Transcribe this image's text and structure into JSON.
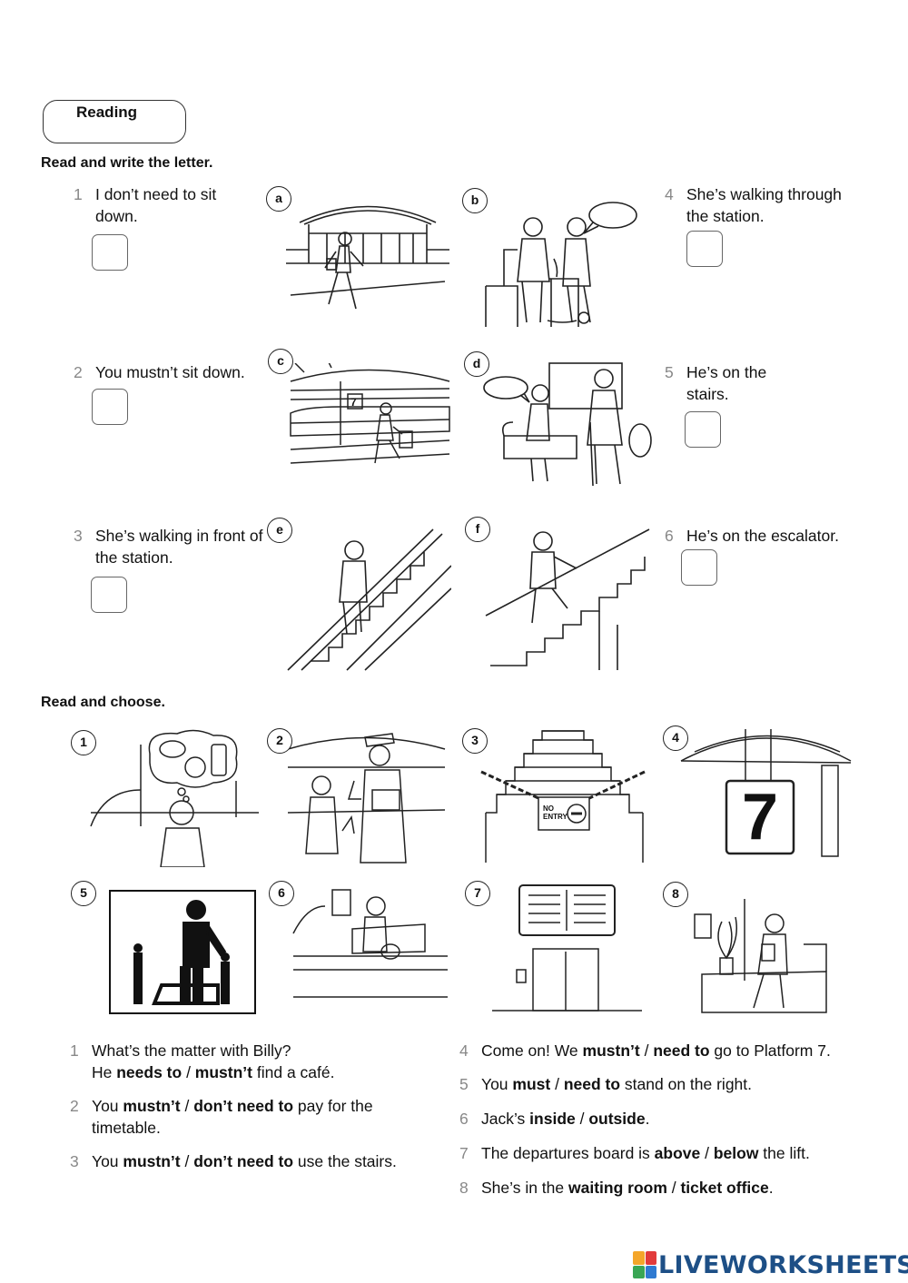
{
  "section_tab": "Reading",
  "part1": {
    "instruction": "Read and write the letter.",
    "questions": [
      {
        "num": "1",
        "text": "I don’t need to sit down."
      },
      {
        "num": "2",
        "text": "You mustn’t sit down."
      },
      {
        "num": "3",
        "text": "She’s walking in front of the station."
      },
      {
        "num": "4",
        "text": "She’s walking through the station."
      },
      {
        "num": "5",
        "text": "He’s on the stairs."
      },
      {
        "num": "6",
        "text": "He’s on the escalator."
      }
    ],
    "picture_letters": [
      "a",
      "b",
      "c",
      "d",
      "e",
      "f"
    ]
  },
  "part2": {
    "instruction": "Read and choose.",
    "picture_numbers": [
      "1",
      "2",
      "3",
      "4",
      "5",
      "6",
      "7",
      "8"
    ],
    "sign_text": [
      "NO",
      "ENTRY"
    ],
    "platform_number": "7",
    "sentences": [
      {
        "num": "1",
        "before": "What’s the matter with Billy?",
        "line2_before": "He ",
        "opt1": "needs to",
        "sep": " / ",
        "opt2": "mustn’t",
        "after": " find a café."
      },
      {
        "num": "2",
        "before": "You ",
        "opt1": "mustn’t",
        "sep": " / ",
        "opt2": "don’t need to",
        "after": " pay for the",
        "line2": "timetable."
      },
      {
        "num": "3",
        "before": "You ",
        "opt1": "mustn’t",
        "sep": " / ",
        "opt2": "don’t need to",
        "after": " use the stairs."
      },
      {
        "num": "4",
        "before": "Come on! We ",
        "opt1": "mustn’t",
        "sep": " / ",
        "opt2": "need to",
        "after": " go to Platform 7."
      },
      {
        "num": "5",
        "before": "You ",
        "opt1": "must",
        "sep": " / ",
        "opt2": "need to",
        "after": " stand on the right."
      },
      {
        "num": "6",
        "before": "Jack’s ",
        "opt1": "inside",
        "sep": " / ",
        "opt2": "outside",
        "after": "."
      },
      {
        "num": "7",
        "before": "The departures board is ",
        "opt1": "above",
        "sep": " / ",
        "opt2": "below",
        "after": " the lift."
      },
      {
        "num": "8",
        "before": "She’s in the ",
        "opt1": "waiting room",
        "sep": " / ",
        "opt2": "ticket office",
        "after": "."
      }
    ]
  },
  "logo": {
    "text": "LIVEWORKSHEETS",
    "colors": [
      "#f4a62a",
      "#e23b3b",
      "#3aa655",
      "#2f7ad1"
    ]
  }
}
